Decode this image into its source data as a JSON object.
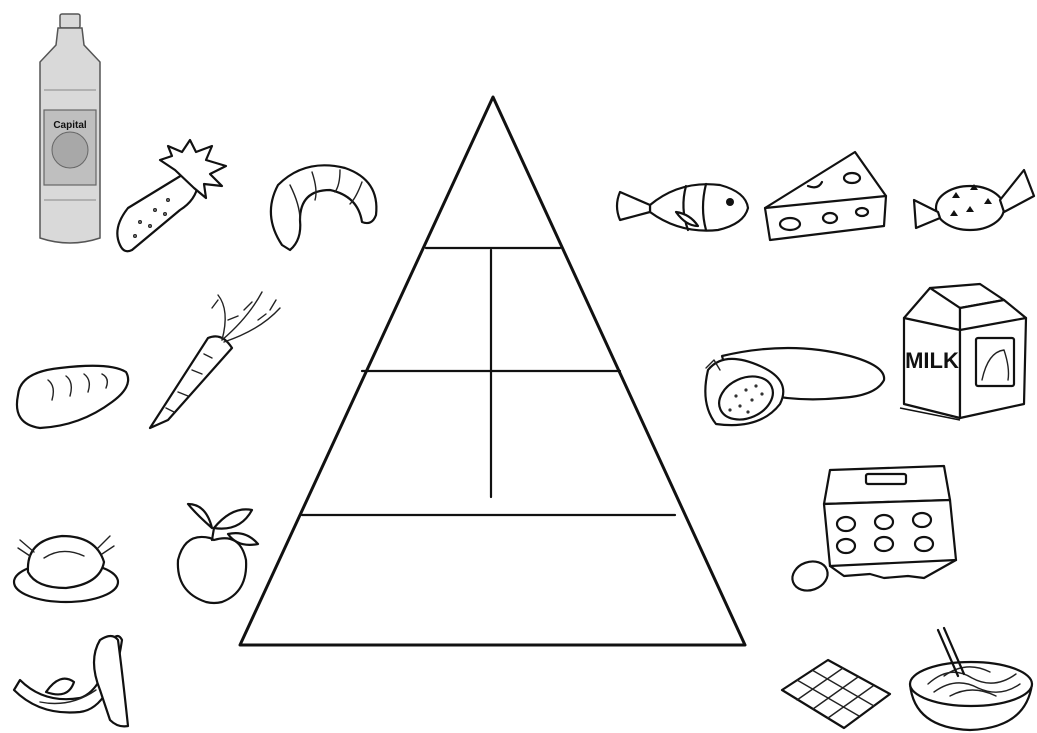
{
  "pyramid": {
    "tiers": 4,
    "description_labels": []
  },
  "food_items": [
    {
      "name": "oil-bottle",
      "label": "Capital"
    },
    {
      "name": "cucumber"
    },
    {
      "name": "croissant"
    },
    {
      "name": "bread-loaf"
    },
    {
      "name": "carrot"
    },
    {
      "name": "roast-chicken"
    },
    {
      "name": "apple"
    },
    {
      "name": "banana"
    },
    {
      "name": "fish"
    },
    {
      "name": "cheese"
    },
    {
      "name": "candy"
    },
    {
      "name": "salami"
    },
    {
      "name": "milk-carton",
      "label": "MILK"
    },
    {
      "name": "egg-carton"
    },
    {
      "name": "chocolate-bar"
    },
    {
      "name": "pasta-bowl"
    }
  ]
}
